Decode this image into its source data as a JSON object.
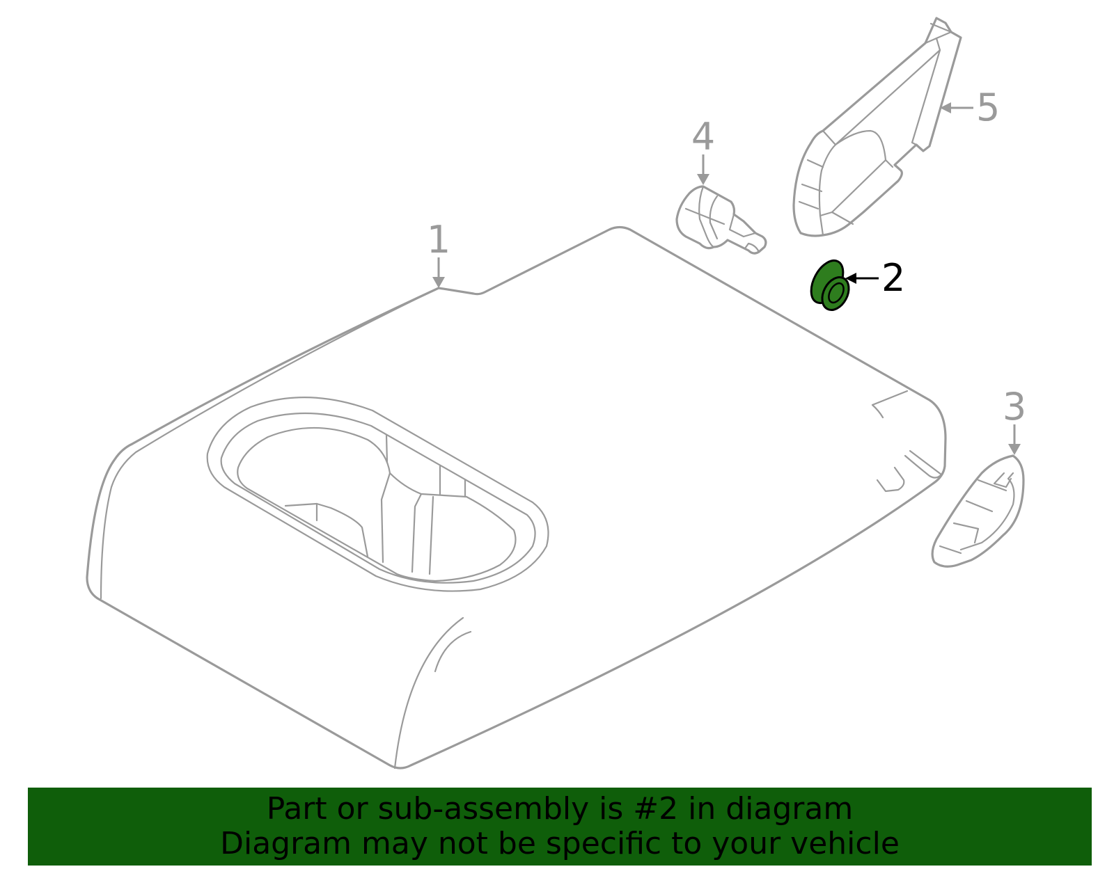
{
  "callouts": {
    "part1": "1",
    "part2": "2",
    "part3": "3",
    "part4": "4",
    "part5": "5"
  },
  "highlighted_part": "2",
  "highlight_color": "#2e7d1e",
  "banner": {
    "line1": "Part or sub-assembly is #2 in diagram",
    "line2": "Diagram may not be specific to your vehicle",
    "background_color": "#0f5e0a"
  }
}
